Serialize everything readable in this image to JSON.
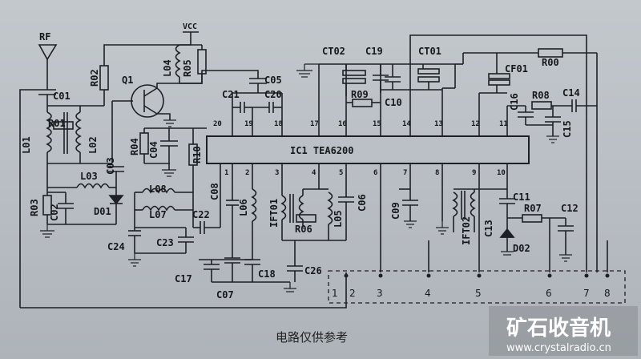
{
  "labels": {
    "rf": "RF",
    "vcc": "VCC",
    "q1": "Q1",
    "ic": "IC1  TEA6200",
    "c01": "C01",
    "r01": "R01",
    "l01": "L01",
    "l02": "L02",
    "r02": "R02",
    "l04": "L04",
    "r05": "R05",
    "c05": "C05",
    "c21": "C21",
    "c20": "C20",
    "r04": "R04",
    "c04": "C04",
    "r10": "R10",
    "c03": "C03",
    "l03": "L03",
    "r03": "R03",
    "c02": "C02",
    "d01": "D01",
    "l08": "L08",
    "l07": "L07",
    "c22": "C22",
    "c24": "C24",
    "c23": "C23",
    "c08": "C08",
    "l06": "L06",
    "ift01": "IFT01",
    "r06": "R06",
    "l05": "L05",
    "c06": "C06",
    "c09": "C09",
    "ift02": "IFT02",
    "c13": "C13",
    "c11": "C11",
    "r07": "R07",
    "c12": "C12",
    "d02": "D02",
    "c17": "C17",
    "c07": "C07",
    "c18": "C18",
    "c26": "C26",
    "ct02": "CT02",
    "c19": "C19",
    "ct01": "CT01",
    "r00": "R00",
    "cf01": "CF01",
    "r09": "R09",
    "c10": "C10",
    "c16": "C16",
    "r08": "R08",
    "c14": "C14",
    "c15": "C15"
  },
  "pins_top": [
    "20",
    "19",
    "18",
    "17",
    "16",
    "15",
    "14",
    "13",
    "12",
    "11"
  ],
  "pins_bottom": [
    "1",
    "2",
    "3",
    "4",
    "5",
    "6",
    "7",
    "8",
    "9",
    "10"
  ],
  "connector": [
    "1",
    "2",
    "3",
    "4",
    "5",
    "6",
    "7",
    "8"
  ],
  "caption": "电路仅供参考",
  "watermark": {
    "brand": "矿石收音机",
    "url": "www.crystalradio.cn"
  }
}
